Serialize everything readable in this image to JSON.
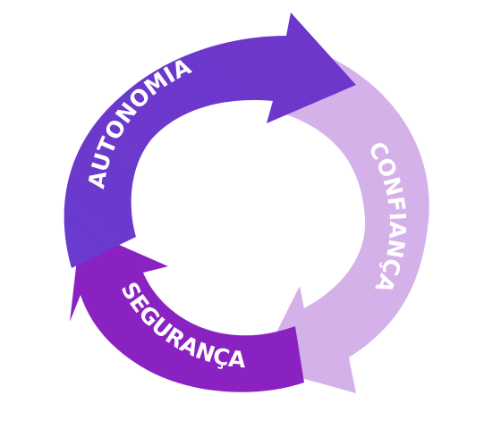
{
  "cycle": {
    "segments": [
      {
        "label": "AUTONOMIA",
        "color": "#6a3bce"
      },
      {
        "label": "CONFIANÇA",
        "color": "#d5b1ea"
      },
      {
        "label": "SEGURANÇA",
        "color": "#8a22c2"
      }
    ]
  }
}
